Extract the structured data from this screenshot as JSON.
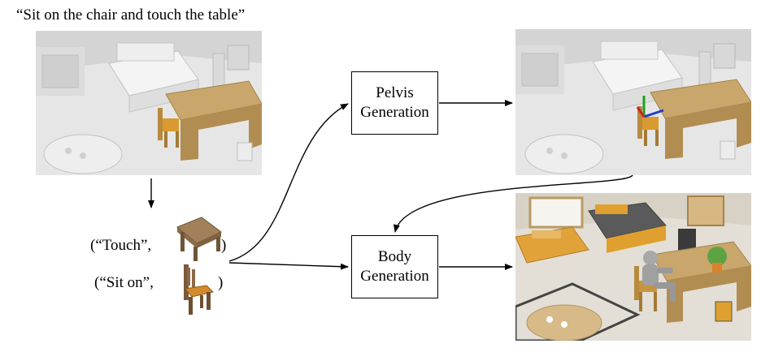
{
  "prompt": "“Sit on the chair and touch the table”",
  "pairs": [
    {
      "open": "(“Touch”,",
      "close": ")",
      "object_icon": "table-icon"
    },
    {
      "open": "(“Sit on”,",
      "close": ")",
      "object_icon": "chair-icon"
    }
  ],
  "boxes": {
    "pelvis": {
      "line1": "Pelvis",
      "line2": "Generation"
    },
    "body": {
      "line1": "Body",
      "line2": "Generation"
    }
  },
  "images": {
    "input_scene": "bedroom-scene-render",
    "pelvis_result": "bedroom-scene-with-pelvis-axes",
    "body_result": "bedroom-scene-with-human-body"
  }
}
